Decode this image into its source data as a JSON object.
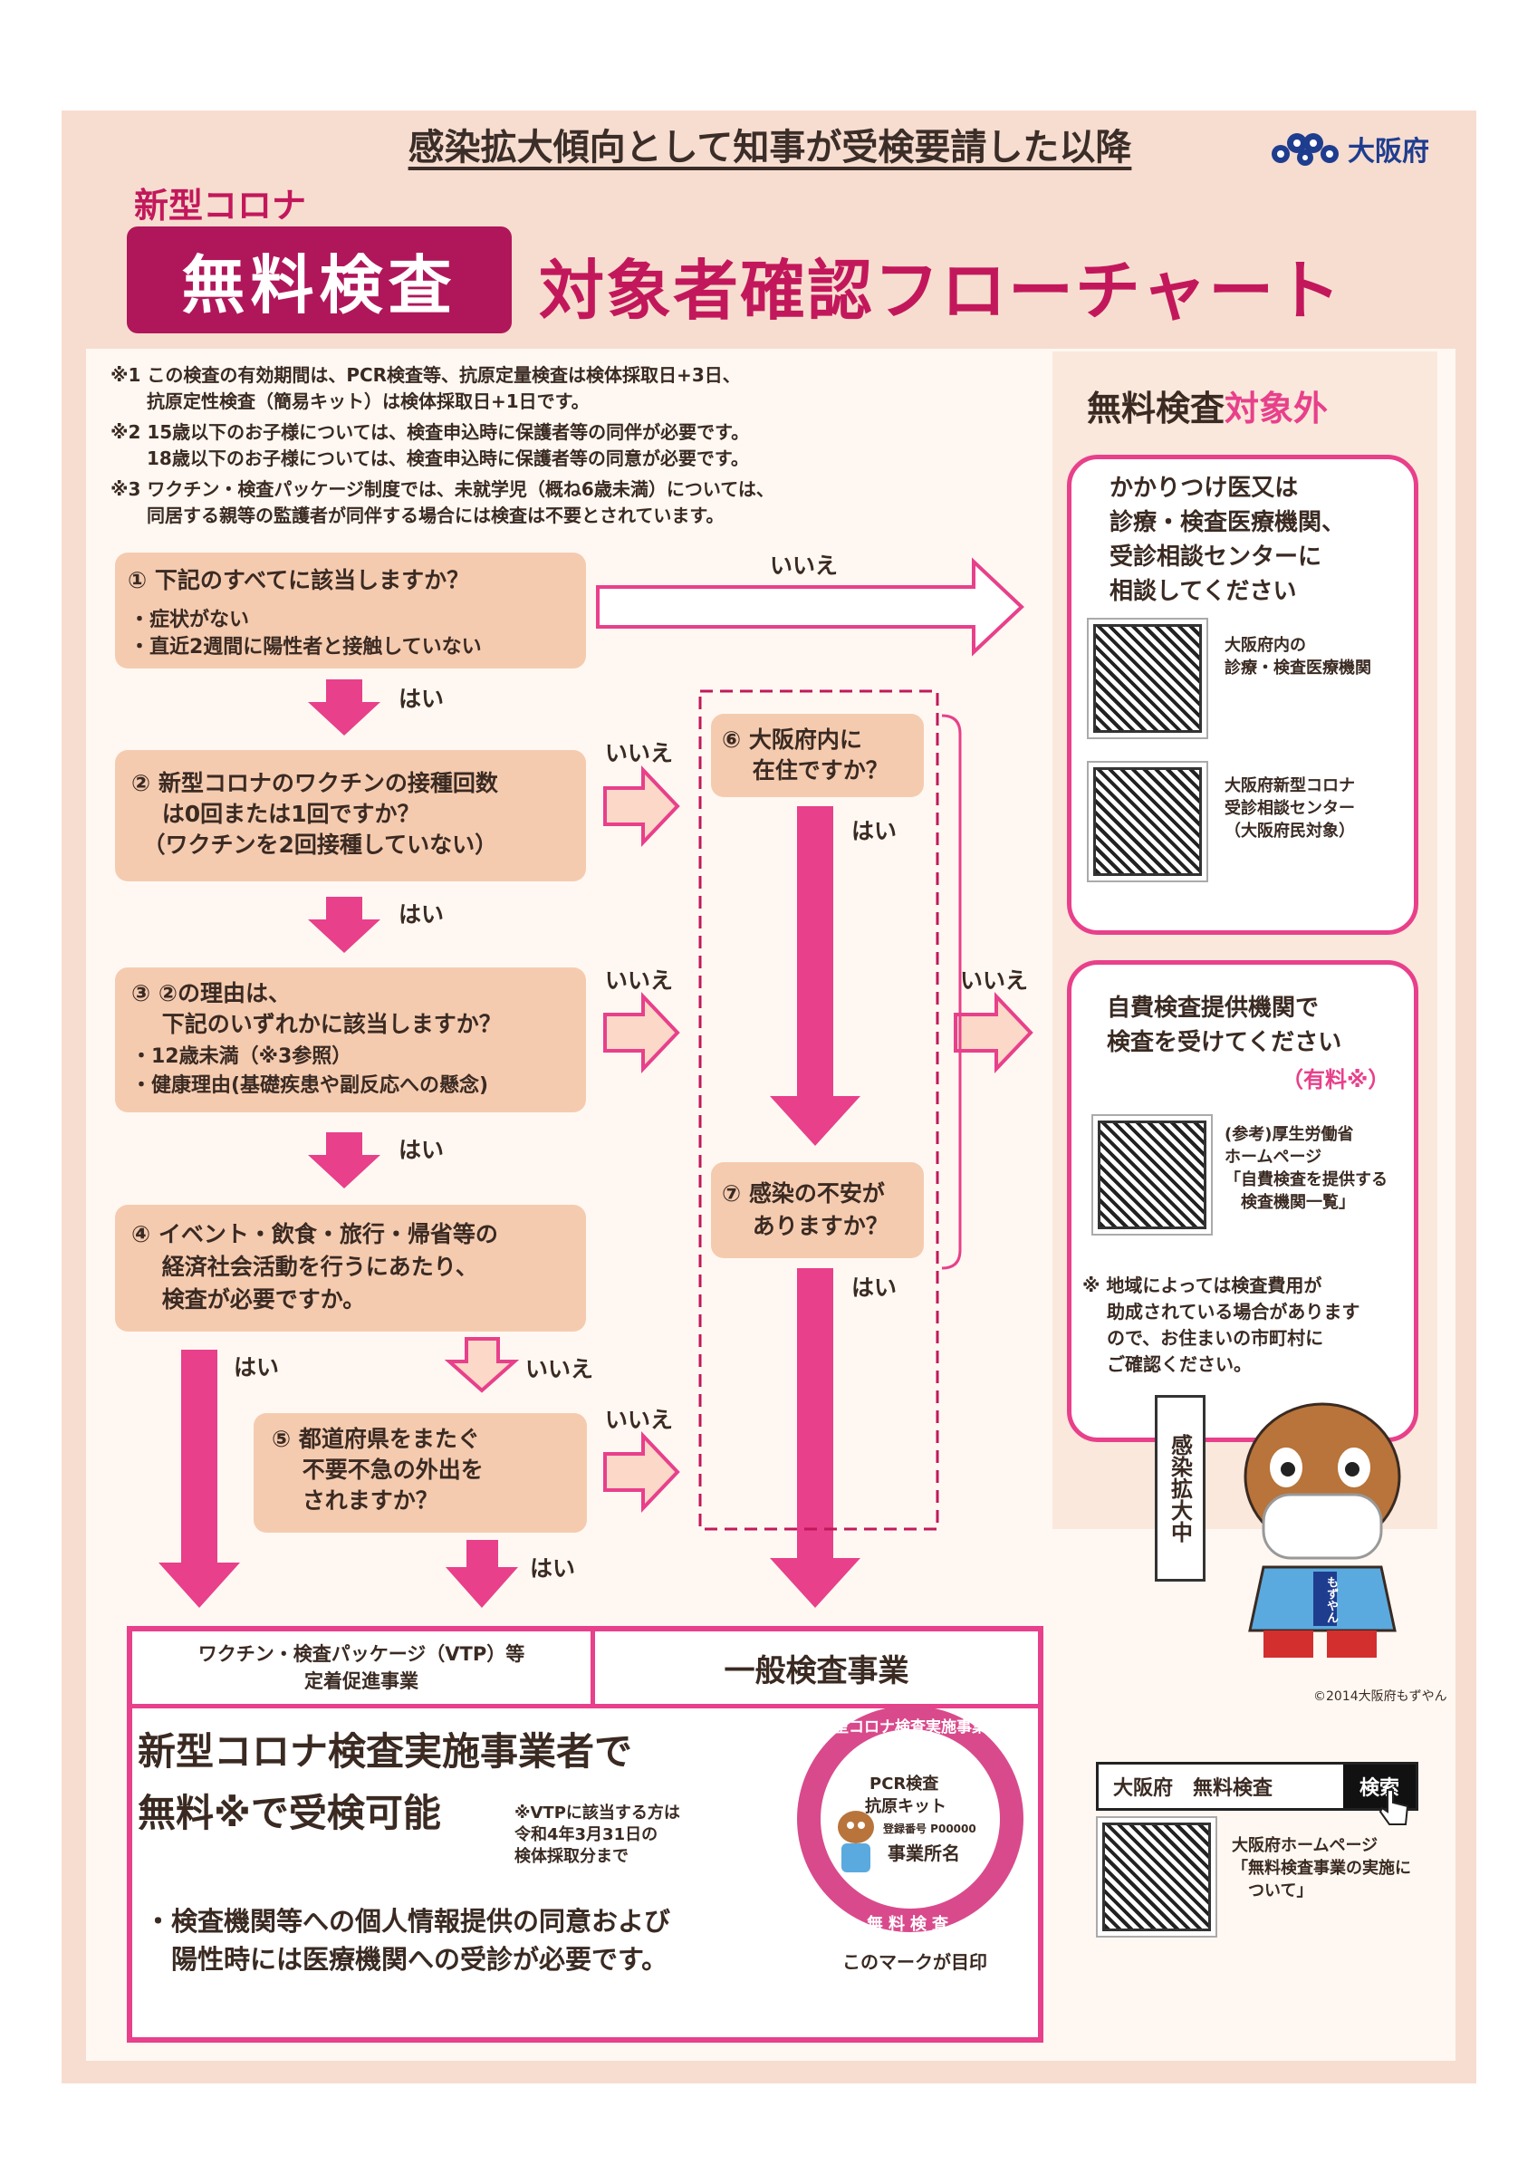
{
  "header": {
    "condition": "感染拡大傾向として知事が受検要請した以降",
    "org_logo_text": "大阪府",
    "subtitle": "新型コロナ",
    "badge": "無料検査",
    "title": "対象者確認フローチャート"
  },
  "notes": [
    "※1 この検査の有効期間は、PCR検査等、抗原定量検査は検体採取日+3日、",
    "　　抗原定性検査（簡易キット）は検体採取日+1日です。",
    "※2 15歳以下のお子様については、検査申込時に保護者等の同伴が必要です。",
    "　　18歳以下のお子様については、検査申込時に保護者等の同意が必要です。",
    "※3 ワクチン・検査パッケージ制度では、未就学児（概ね6歳未満）については、",
    "　　同居する親等の監護者が同伴する場合には検査は不要とされています。"
  ],
  "flow": {
    "q1": {
      "title": "① 下記のすべてに該当しますか？",
      "items": [
        "・症状がない",
        "・直近2週間に陽性者と接触していない"
      ]
    },
    "q2": {
      "line1": "② 新型コロナのワクチンの接種回数",
      "line2": "　 は0回または1回ですか？",
      "line3": "　（ワクチンを2回接種していない）"
    },
    "q3": {
      "line1": "③ ②の理由は、",
      "line2": "　 下記のいずれかに該当しますか？",
      "items": [
        "・12歳未満（※3参照）",
        "・健康理由(基礎疾患や副反応への懸念)"
      ]
    },
    "q4": {
      "line1": "④ イベント・飲食・旅行・帰省等の",
      "line2": "　 経済社会活動を行うにあたり、",
      "line3": "　 検査が必要ですか。"
    },
    "q5": {
      "line1": "⑤ 都道府県をまたぐ",
      "line2": "　 不要不急の外出を",
      "line3": "　 されますか？"
    },
    "q6": {
      "line1": "⑥ 大阪府内に",
      "line2": "　 在住ですか？"
    },
    "q7": {
      "line1": "⑦ 感染の不安が",
      "line2": "　 ありますか？"
    },
    "yes": "はい",
    "no": "いいえ"
  },
  "out_of_scope": {
    "title_a": "無料検査",
    "title_b": "対象外",
    "card1": {
      "text": [
        "かかりつけ医又は",
        "診療・検査医療機関、",
        "受診相談センターに",
        "相談してください"
      ],
      "qr1_label": [
        "大阪府内の",
        "診療・検査医療機関"
      ],
      "qr2_label": [
        "大阪府新型コロナ",
        "受診相談センター",
        "（大阪府民対象）"
      ]
    },
    "card2": {
      "text": [
        "自費検査提供機関で",
        "検査を受けてください"
      ],
      "paid": "（有料※）",
      "qr_label": [
        "(参考)厚生労働省",
        "ホームページ",
        "「自費検査を提供する",
        "　検査機関一覧」"
      ],
      "note": [
        "※ 地域によっては検査費用が",
        "　 助成されている場合があります",
        "　 ので、お住まいの市町村に",
        "　 ご確認ください。"
      ]
    }
  },
  "mascot": {
    "flag": "感染拡大中",
    "name": "もずやん",
    "copyright": "©2014大阪府もずやん"
  },
  "results": {
    "vtp": [
      "ワクチン・検査パッケージ（VTP）等",
      "定着促進事業"
    ],
    "general": "一般検査事業",
    "headline1": "新型コロナ検査実施事業者で",
    "headline2": "無料※で受検可能",
    "vtp_note": [
      "※VTPに該当する方は",
      "令和4年3月31日の",
      "検体採取分まで"
    ],
    "consent": [
      "・検査機関等への個人情報提供の同意および",
      "　陽性時には医療機関への受診が必要です。"
    ]
  },
  "mark": {
    "ring_top": "新型コロナ検査実施事業者",
    "ring_bottom": "無料検査",
    "line1": "PCR検査",
    "line2": "抗原キット",
    "reg": "登録番号 P00000",
    "office": "事業所名",
    "caption": "このマークが目印"
  },
  "search": {
    "query": "大阪府　無料検査",
    "button": "検索",
    "qr_label": [
      "大阪府ホームページ",
      "「無料検査事業の実施に",
      "　ついて」"
    ]
  },
  "colors": {
    "accent": "#e8408b",
    "badge": "#b0175a",
    "box": "#f5cbb0",
    "background": "#f7ddd0"
  }
}
